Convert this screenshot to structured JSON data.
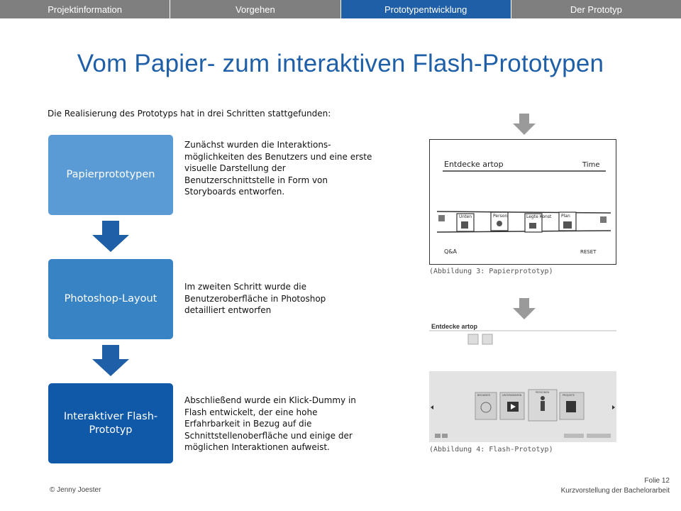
{
  "nav": {
    "tabs": [
      {
        "label": "Projektinformation",
        "active": false
      },
      {
        "label": "Vorgehen",
        "active": false
      },
      {
        "label": "Prototypentwicklung",
        "active": true
      },
      {
        "label": "Der Prototyp",
        "active": false
      }
    ]
  },
  "slide": {
    "title": "Vom Papier- zum interaktiven Flash-Prototypen",
    "intro": "Die Realisierung des Prototyps hat in drei Schritten stattgefunden:"
  },
  "steps": [
    {
      "label": "Papierprototypen",
      "description": "Zunächst wurden die Interaktions-möglichkeiten des Benutzers und eine erste visuelle Darstellung der Benutzerschnittstelle in Form von Storyboards entworfen."
    },
    {
      "label": "Photoshop-Layout",
      "description": "Im zweiten Schritt wurde die Benutzeroberfläche in Photoshop detailliert entworfen"
    },
    {
      "label": "Interaktiver Flash-Prototyp",
      "description": "Abschließend wurde ein Klick-Dummy in Flash entwickelt, der eine hohe Erfahrbarkeit in Bezug auf die Schnittstellenoberfläche und einige der möglichen Interaktionen aufweist."
    }
  ],
  "figures": {
    "sketch": {
      "caption": "(Abbildung 3: Papierprototyp)",
      "header_text": "Entdecke artop",
      "header_right": "Time",
      "cards": [
        "Unten",
        "Person",
        "Legte Konst",
        "Plan"
      ],
      "footer_left": "Q&A",
      "footer_right": "RESET"
    },
    "flash": {
      "caption": "(Abbildung 4: Flash-Prototyp)",
      "header_text": "Entdecke artop",
      "cards": [
        "BROWSER",
        "UNTERNEHMEN",
        "PERSONEN",
        "PROJEKTE"
      ]
    }
  },
  "footer": {
    "copyright": "© Jenny Joester",
    "slide_number": "Folie 12",
    "subtitle": "Kurzvorstellung der Bachelorarbeit"
  },
  "colors": {
    "accent": "#1f5fa8",
    "nav_inactive": "#7f7f7f",
    "step1": "#5b9bd5",
    "step2": "#3883c4",
    "step3": "#0f59a8",
    "arrow_blue": "#1f5fa8",
    "arrow_gray": "#9a9a9a"
  }
}
